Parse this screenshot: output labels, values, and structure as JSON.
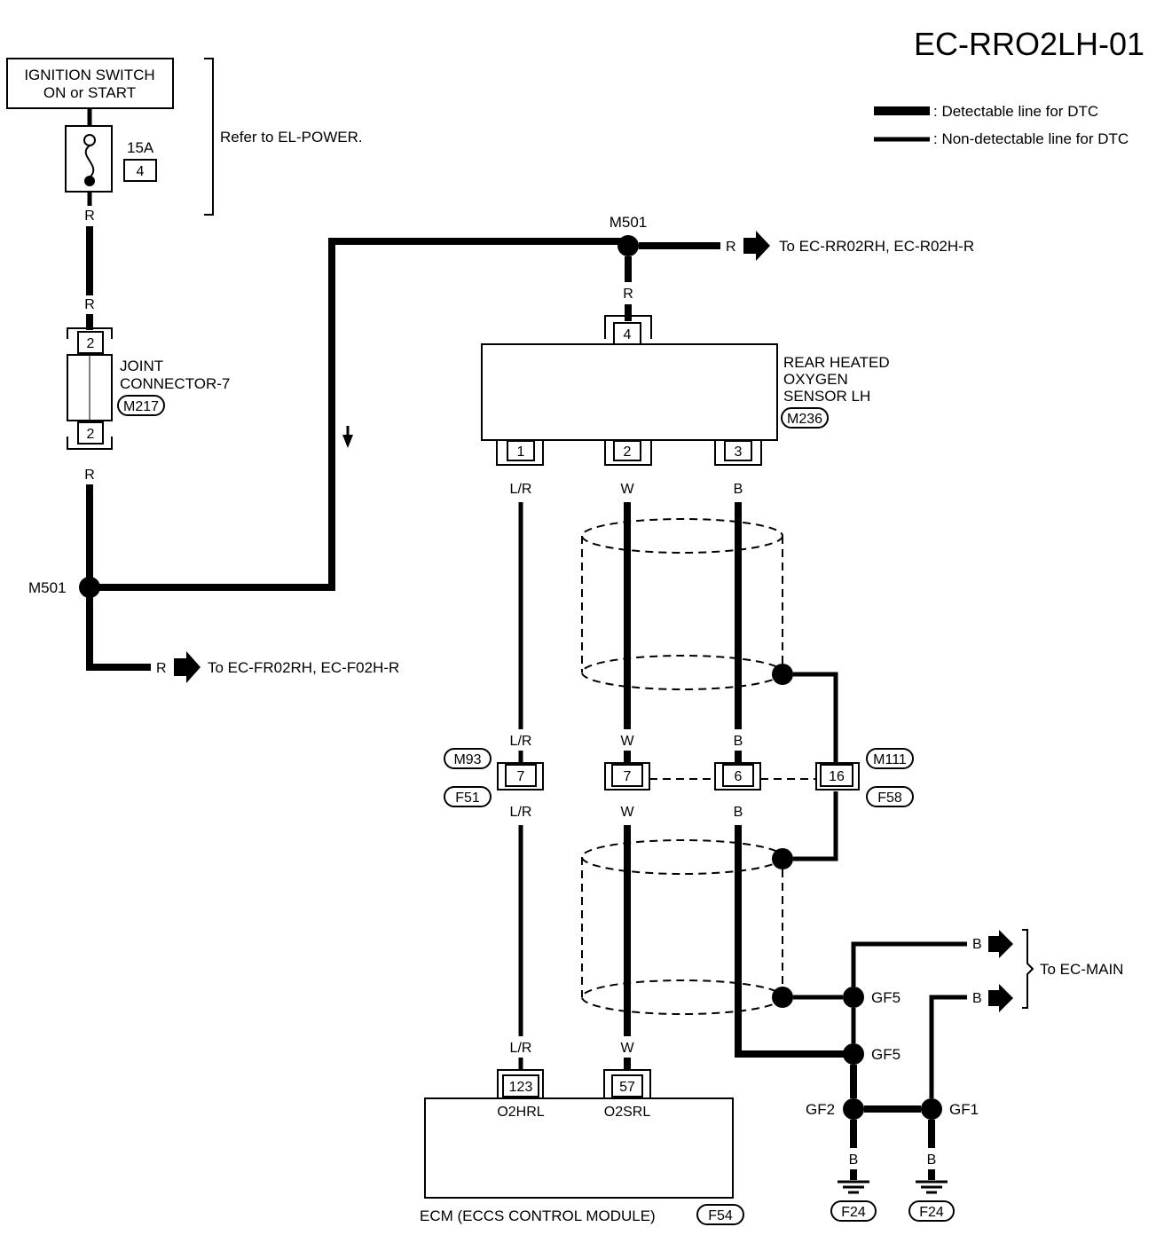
{
  "title": "EC-RRO2LH-01",
  "legend": {
    "detectable": ": Detectable line for DTC",
    "non_detectable": ": Non-detectable line for DTC"
  },
  "ignition": {
    "line1": "IGNITION SWITCH",
    "line2": "ON or START"
  },
  "fuse": {
    "rating": "15A",
    "number": "4"
  },
  "refer": "Refer to EL-POWER.",
  "joint_connector": {
    "line1": "JOINT",
    "line2": "CONNECTOR-7",
    "code": "M217",
    "pin_top": "2",
    "pin_bottom": "2"
  },
  "wire_r": "R",
  "wire_lr": "L/R",
  "wire_w": "W",
  "wire_b": "B",
  "junctions": {
    "m501": "M501",
    "m501_top": "M501",
    "gf5": "GF5",
    "gf5b": "GF5",
    "gf2": "GF2",
    "gf1": "GF1"
  },
  "to_front": "To EC-FR02RH, EC-F02H-R",
  "to_rear": "To EC-RR02RH, EC-R02H-R",
  "to_main": "To EC-MAIN",
  "sensor": {
    "line1": "REAR HEATED",
    "line2": "OXYGEN",
    "line3": "SENSOR LH",
    "code": "M236",
    "pin4": "4",
    "pin1": "1",
    "pin2": "2",
    "pin3": "3"
  },
  "mid_connector": {
    "m93": "M93",
    "f51": "F51",
    "m111": "M111",
    "f58": "F58",
    "pin_lr": "7",
    "pin_w": "7",
    "pin_b": "6",
    "pin_shield": "16"
  },
  "ecm": {
    "label": "ECM (ECCS CONTROL MODULE)",
    "code": "F54",
    "pin123": "123",
    "pin57": "57",
    "term1": "O2HRL",
    "term2": "O2SRL"
  },
  "ground": {
    "code1": "F24",
    "code2": "F24"
  }
}
